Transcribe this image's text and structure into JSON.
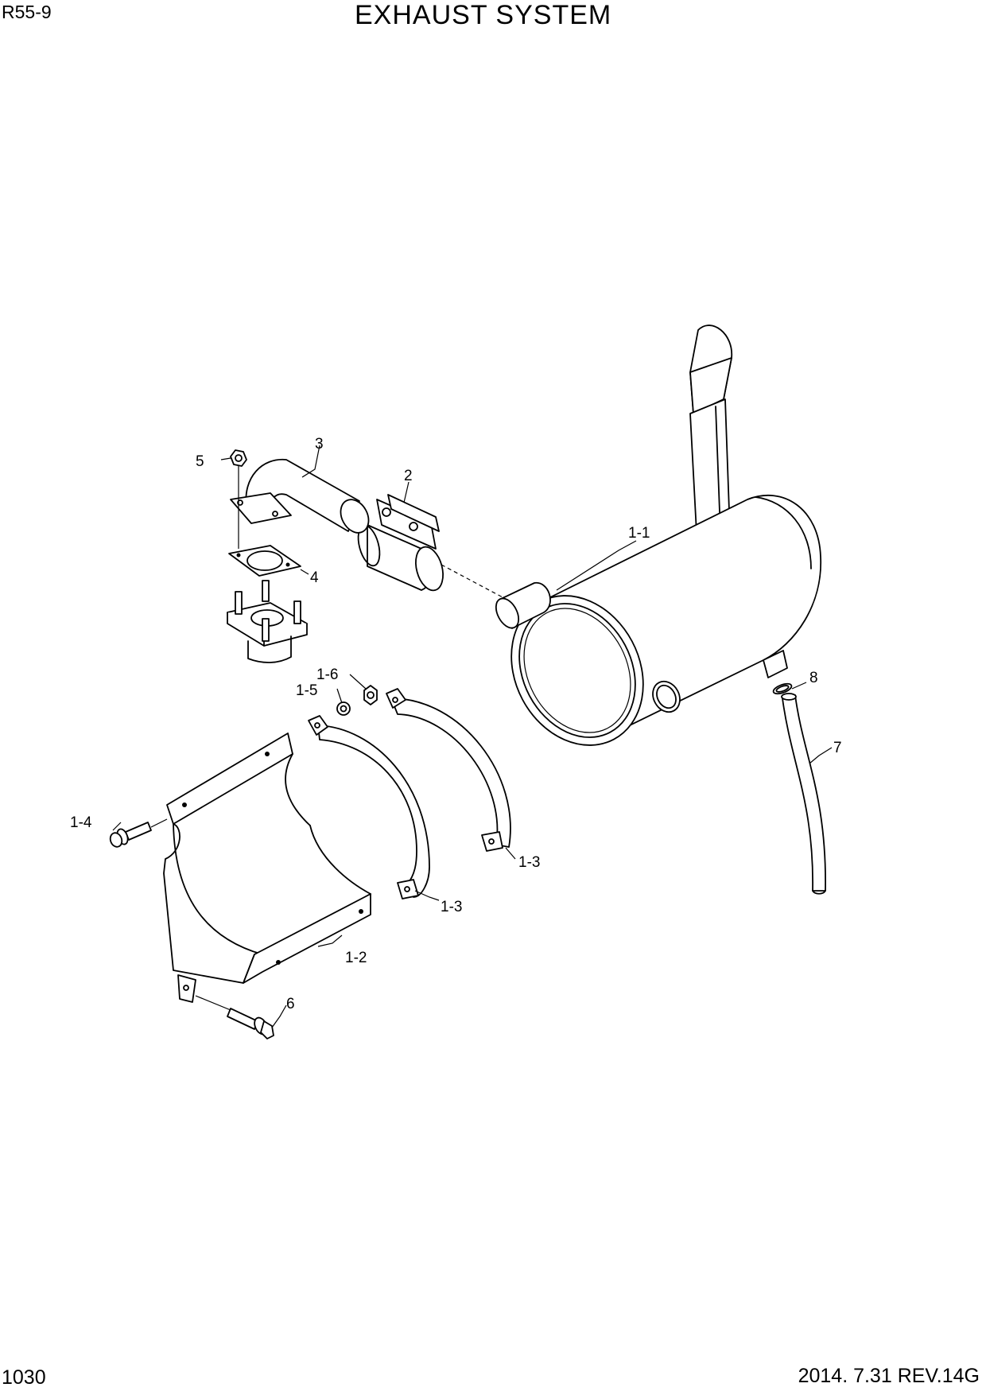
{
  "header": {
    "model": "R55-9",
    "title": "EXHAUST SYSTEM"
  },
  "footer": {
    "page_number": "1030",
    "revision": "2014. 7.31  REV.14G"
  },
  "callouts": {
    "muffler": "1-1",
    "cover": "1-2",
    "band_front": "1-3",
    "band_rear": "1-3",
    "bolt_cover": "1-4",
    "washer": "1-5",
    "nut": "1-6",
    "clamp": "2",
    "pipe": "3",
    "gasket": "4",
    "nut_flange": "5",
    "bolt_bottom": "6",
    "hose": "7",
    "hose_clamp": "8"
  }
}
